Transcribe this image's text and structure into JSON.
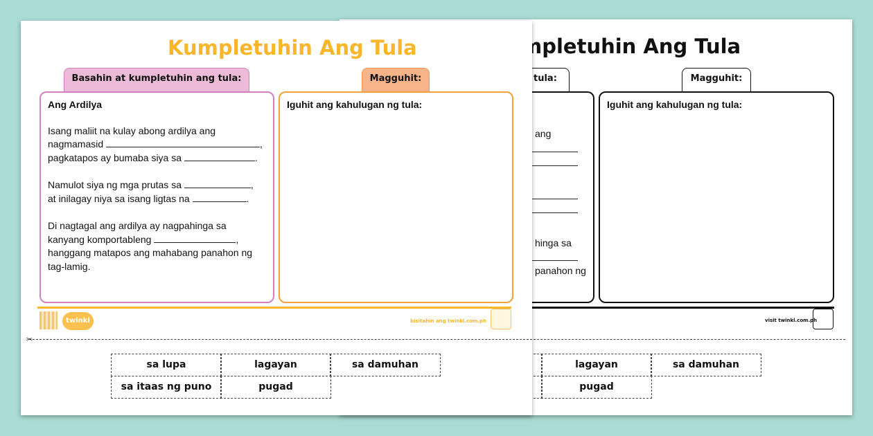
{
  "title": "Kumpletuhin Ang Tula",
  "back_title_visible": "mpletuhin Ang Tula",
  "tabs": {
    "left": "Basahin at kumpletuhin ang tula:",
    "right": "Magguhit:",
    "left_back_visible": "tula:"
  },
  "poem": {
    "heading": "Ang Ardilya",
    "stanzas": [
      [
        "Isang maliit na kulay abong ardilya ang",
        "nagmamasid",
        "pagkatapos ay bumaba siya sa"
      ],
      [
        "Namulot siya ng mga prutas sa",
        "at inilagay niya sa isang ligtas na"
      ],
      [
        "Di nagtagal ang ardilya ay nagpahinga sa",
        "kanyang komportableng",
        "hanggang matapos ang mahabang panahon ng",
        "tag-lamig."
      ]
    ],
    "back_visible": [
      "ang",
      "hinga sa",
      "panahon ng"
    ]
  },
  "draw_prompt": "Iguhit ang kahulugan ng tula:",
  "footer": {
    "front_url": "bisitahin ang twinkl.com.ph",
    "back_url": "visit twinkl.com.ph",
    "logo": "twinkl",
    "qr": "qr-code-icon"
  },
  "word_bank": [
    "sa lupa",
    "lagayan",
    "sa damuhan",
    "sa itaas ng puno",
    "pugad"
  ],
  "colors": {
    "background": "#a9dcd4",
    "title": "#f9b62b",
    "pink_tab": "#ebbbd8",
    "pink_border": "#d47fc0",
    "orange_tab": "#f7b489",
    "orange_border": "#f4a13b",
    "footer_line": "#fbb62b"
  }
}
